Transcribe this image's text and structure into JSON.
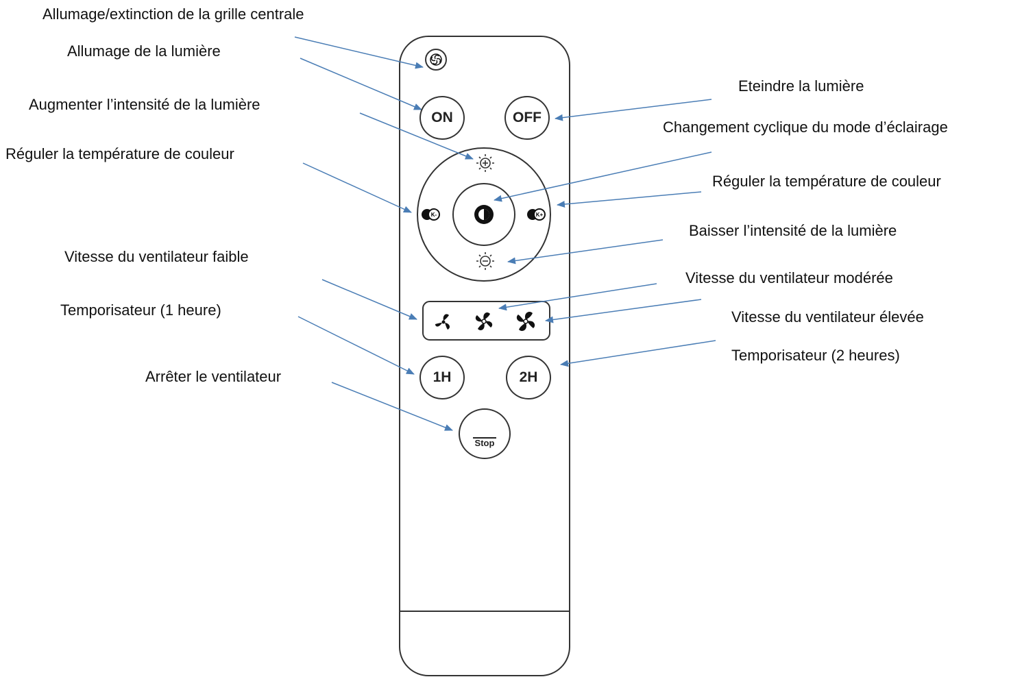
{
  "labels": {
    "grid_toggle": "Allumage/extinction de la grille centrale",
    "light_on": "Allumage de la lumière",
    "increase_light": "Augmenter l’intensité de la lumière",
    "color_temp_left": "Réguler la température de couleur",
    "fan_low": "Vitesse du ventilateur faible",
    "timer_1h": "Temporisateur (1 heure)",
    "fan_stop_desc": "Arrêter le ventilateur",
    "light_off": "Eteindre la lumière",
    "cycle_mode": "Changement cyclique du mode d’éclairage",
    "color_temp_right": "Réguler la température de couleur",
    "decrease_light": "Baisser l’intensité de la lumière",
    "fan_medium": "Vitesse du ventilateur modérée",
    "fan_high": "Vitesse du ventilateur élevée",
    "timer_2h": "Temporisateur (2 heures)"
  },
  "buttons": {
    "on": "ON",
    "off": "OFF",
    "timer_1h": "1H",
    "timer_2h": "2H",
    "stop": "Stop"
  },
  "colors": {
    "arrow": "#4a7db5",
    "outline": "#333333"
  }
}
